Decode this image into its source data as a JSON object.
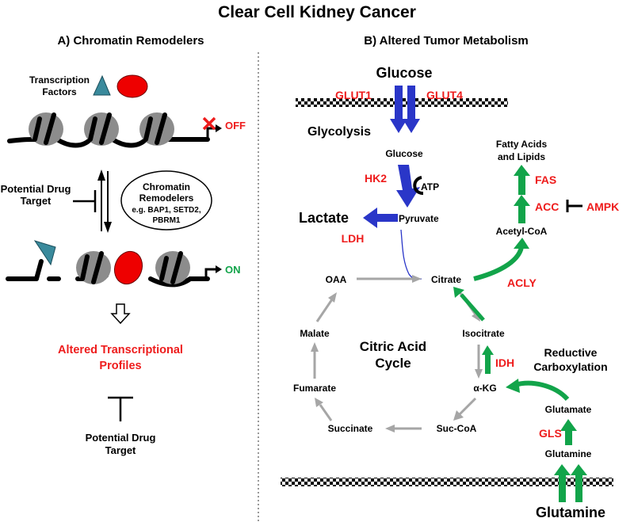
{
  "title": "Clear Cell Kidney Cancer",
  "panel_a": {
    "title": "A) Chromatin Remodelers",
    "transcription_factors_line1": "Transcription",
    "transcription_factors_line2": "Factors",
    "off_label": "OFF",
    "drug_target_line1": "Potential Drug",
    "drug_target_line2": "Target",
    "remodelers_line1": "Chromatin",
    "remodelers_line2": "Remodelers",
    "remodelers_line3": "e.g. BAP1, SETD2,",
    "remodelers_line4": "PBRM1",
    "on_label": "ON",
    "altered_line1": "Altered Transcriptional",
    "altered_line2": "Profiles",
    "drug_target2_line1": "Potential Drug",
    "drug_target2_line2": "Target"
  },
  "panel_b": {
    "title": "B) Altered Tumor Metabolism",
    "glucose_top": "Glucose",
    "glut1": "GLUT1",
    "glut4": "GLUT4",
    "glycolysis": "Glycolysis",
    "glucose_inner": "Glucose",
    "hk2": "HK2",
    "atp": "ATP",
    "lactate": "Lactate",
    "pyruvate": "Pyruvate",
    "ldh": "LDH",
    "fatty_line1": "Fatty Acids",
    "fatty_line2": "and Lipids",
    "fas": "FAS",
    "acc": "ACC",
    "ampk": "AMPK",
    "acetyl_coa": "Acetyl-CoA",
    "oaa": "OAA",
    "citrate": "Citrate",
    "acly": "ACLY",
    "malate": "Malate",
    "isocitrate": "Isocitrate",
    "cycle_line1": "Citric Acid",
    "cycle_line2": "Cycle",
    "idh": "IDH",
    "reductive_line1": "Reductive",
    "reductive_line2": "Carboxylation",
    "fumarate": "Fumarate",
    "akg": "α-KG",
    "glutamate": "Glutamate",
    "gls": "GLS",
    "succinate": "Succinate",
    "succoa": "Suc-CoA",
    "glutamine_inner": "Glutamine",
    "glutamine_bottom": "Glutamine"
  },
  "colors": {
    "enzyme_red": "#ee1c1c",
    "flux_green": "#12a44a",
    "glycolysis_blue": "#2a36c8",
    "cycle_gray": "#a6a6a6",
    "nucleosome_gray": "#8c8c8c",
    "tf_teal": "#3a8a9c"
  }
}
